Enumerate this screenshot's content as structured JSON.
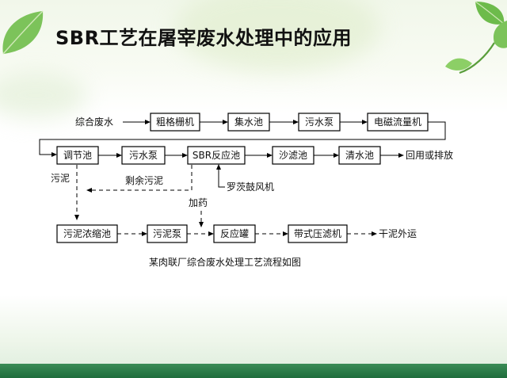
{
  "slide": {
    "title": "SBR工艺在屠宰废水处理中的应用"
  },
  "flowchart": {
    "row1": {
      "input_label": "综合废水",
      "boxes": [
        "粗格栅机",
        "集水池",
        "污水泵",
        "电磁流量机"
      ]
    },
    "row2": {
      "boxes": [
        "调节池",
        "污水泵",
        "SBR反应池",
        "沙滤池",
        "清水池"
      ],
      "output_label": "回用或排放"
    },
    "row3": {
      "boxes": [
        "污泥浓缩池",
        "污泥泵",
        "反应罐",
        "带式压滤机"
      ],
      "output_label": "干泥外运"
    },
    "labels": {
      "sludge": "污泥",
      "excess_sludge": "剩余污泥",
      "blower": "罗茨鼓风机",
      "dosing": "加药"
    },
    "caption": "某肉联厂综合废水处理工艺流程如图"
  }
}
